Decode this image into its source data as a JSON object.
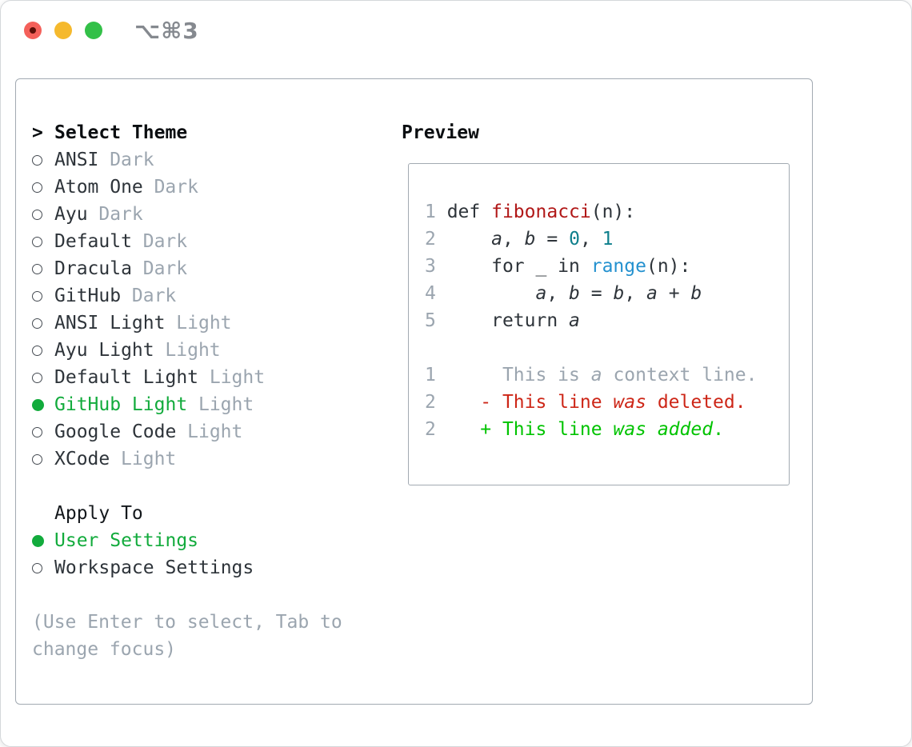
{
  "window": {
    "shortcut": "⌥⌘3",
    "traffic_lights": [
      "close",
      "minimize",
      "zoom"
    ]
  },
  "theme_picker": {
    "cursor": ">",
    "title": "Select Theme",
    "items": [
      {
        "name": "ANSI",
        "variant": "Dark",
        "selected": false
      },
      {
        "name": "Atom One",
        "variant": "Dark",
        "selected": false
      },
      {
        "name": "Ayu",
        "variant": "Dark",
        "selected": false
      },
      {
        "name": "Default",
        "variant": "Dark",
        "selected": false
      },
      {
        "name": "Dracula",
        "variant": "Dark",
        "selected": false
      },
      {
        "name": "GitHub",
        "variant": "Dark",
        "selected": false
      },
      {
        "name": "ANSI Light",
        "variant": "Light",
        "selected": false
      },
      {
        "name": "Ayu Light",
        "variant": "Light",
        "selected": false
      },
      {
        "name": "Default Light",
        "variant": "Light",
        "selected": false
      },
      {
        "name": "GitHub Light",
        "variant": "Light",
        "selected": true
      },
      {
        "name": "Google Code",
        "variant": "Light",
        "selected": false
      },
      {
        "name": "XCode",
        "variant": "Light",
        "selected": false
      }
    ],
    "apply_to": {
      "title": "Apply To",
      "options": [
        {
          "label": "User Settings",
          "selected": true
        },
        {
          "label": "Workspace Settings",
          "selected": false
        }
      ]
    },
    "hint": "(Use Enter to select, Tab to change focus)"
  },
  "preview": {
    "title": "Preview",
    "lines": [
      {
        "segments": [
          {
            "t": "1",
            "c": "ln"
          },
          {
            "t": " def ",
            "c": "code"
          },
          {
            "t": "fibonacci",
            "c": "fn"
          },
          {
            "t": "(n):",
            "c": "code"
          }
        ]
      },
      {
        "segments": [
          {
            "t": "2",
            "c": "ln"
          },
          {
            "t": "     ",
            "c": "code"
          },
          {
            "t": "a",
            "c": "code var"
          },
          {
            "t": ", ",
            "c": "code"
          },
          {
            "t": "b",
            "c": "code var"
          },
          {
            "t": " = ",
            "c": "code"
          },
          {
            "t": "0",
            "c": "num"
          },
          {
            "t": ", ",
            "c": "code"
          },
          {
            "t": "1",
            "c": "num"
          }
        ]
      },
      {
        "segments": [
          {
            "t": "3",
            "c": "ln"
          },
          {
            "t": "     for _ in ",
            "c": "code"
          },
          {
            "t": "range",
            "c": "builtin"
          },
          {
            "t": "(n):",
            "c": "code"
          }
        ]
      },
      {
        "segments": [
          {
            "t": "4",
            "c": "ln"
          },
          {
            "t": "         ",
            "c": "code"
          },
          {
            "t": "a",
            "c": "code var"
          },
          {
            "t": ", ",
            "c": "code"
          },
          {
            "t": "b",
            "c": "code var"
          },
          {
            "t": " = ",
            "c": "code"
          },
          {
            "t": "b",
            "c": "code var"
          },
          {
            "t": ", ",
            "c": "code"
          },
          {
            "t": "a",
            "c": "code var"
          },
          {
            "t": " + ",
            "c": "code"
          },
          {
            "t": "b",
            "c": "code var"
          }
        ]
      },
      {
        "segments": [
          {
            "t": "5",
            "c": "ln"
          },
          {
            "t": "     return ",
            "c": "code"
          },
          {
            "t": "a",
            "c": "code var"
          }
        ]
      },
      {
        "segments": []
      },
      {
        "segments": [
          {
            "t": "1",
            "c": "ln"
          },
          {
            "t": "      This is ",
            "c": "ctx"
          },
          {
            "t": "a",
            "c": "ctx var"
          },
          {
            "t": " context line.",
            "c": "ctx"
          }
        ]
      },
      {
        "segments": [
          {
            "t": "2",
            "c": "ln"
          },
          {
            "t": "    - This line ",
            "c": "del"
          },
          {
            "t": "was",
            "c": "del var"
          },
          {
            "t": " deleted.",
            "c": "del"
          }
        ]
      },
      {
        "segments": [
          {
            "t": "2",
            "c": "ln"
          },
          {
            "t": "    + This line ",
            "c": "add"
          },
          {
            "t": "was",
            "c": "add var"
          },
          {
            "t": " ",
            "c": "add"
          },
          {
            "t": "added",
            "c": "add var"
          },
          {
            "t": ".",
            "c": "add"
          }
        ]
      }
    ]
  },
  "colors": {
    "selection_green": "#12ab3c",
    "diff_added_green": "#00c300",
    "diff_deleted_red": "#cd2617",
    "function_red": "#b11818",
    "number_teal": "#0e7f8c",
    "builtin_blue": "#2491cf",
    "muted_gray": "#9ba5af",
    "text_dark": "#2e343a",
    "panel_border": "#a2aab2",
    "traffic_red": "#f4605a",
    "traffic_yellow": "#f5b92d",
    "traffic_green": "#33c048"
  }
}
